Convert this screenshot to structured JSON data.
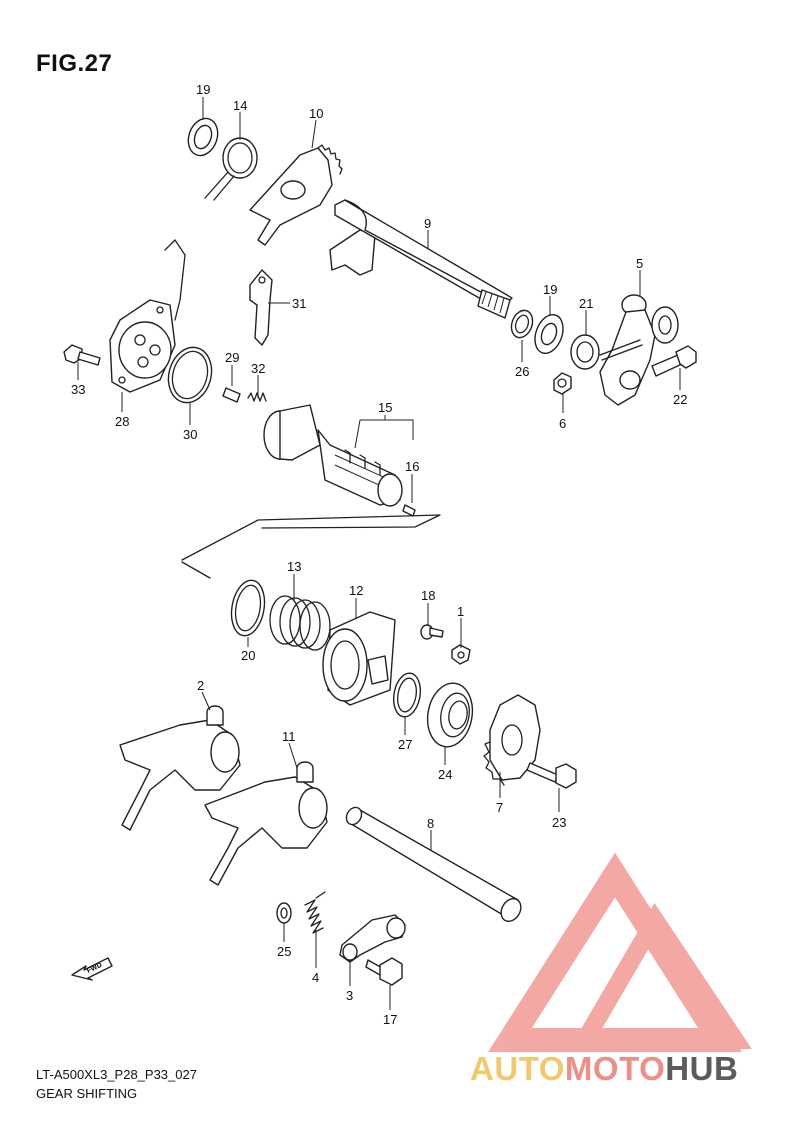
{
  "figure": {
    "title": "FIG.27",
    "caption_code": "LT-A500XL3_P28_P33_027",
    "caption_name": "GEAR SHIFTING"
  },
  "callouts": [
    "19",
    "14",
    "10",
    "9",
    "5",
    "19",
    "21",
    "31",
    "26",
    "22",
    "33",
    "28",
    "30",
    "29",
    "32",
    "15",
    "16",
    "6",
    "13",
    "12",
    "18",
    "1",
    "20",
    "2",
    "11",
    "27",
    "24",
    "7",
    "23",
    "8",
    "25",
    "4",
    "3",
    "17"
  ],
  "watermark": {
    "brand_part1": "AUTO",
    "brand_part2": "MOTO",
    "brand_part3": "HUB",
    "colors": {
      "yellow": "#f2c86f",
      "pink": "#ef8d86",
      "grey": "#5b5b5b"
    }
  },
  "fwd_arrow": {
    "label": "FWD",
    "icon": "fwd-arrow-icon"
  }
}
